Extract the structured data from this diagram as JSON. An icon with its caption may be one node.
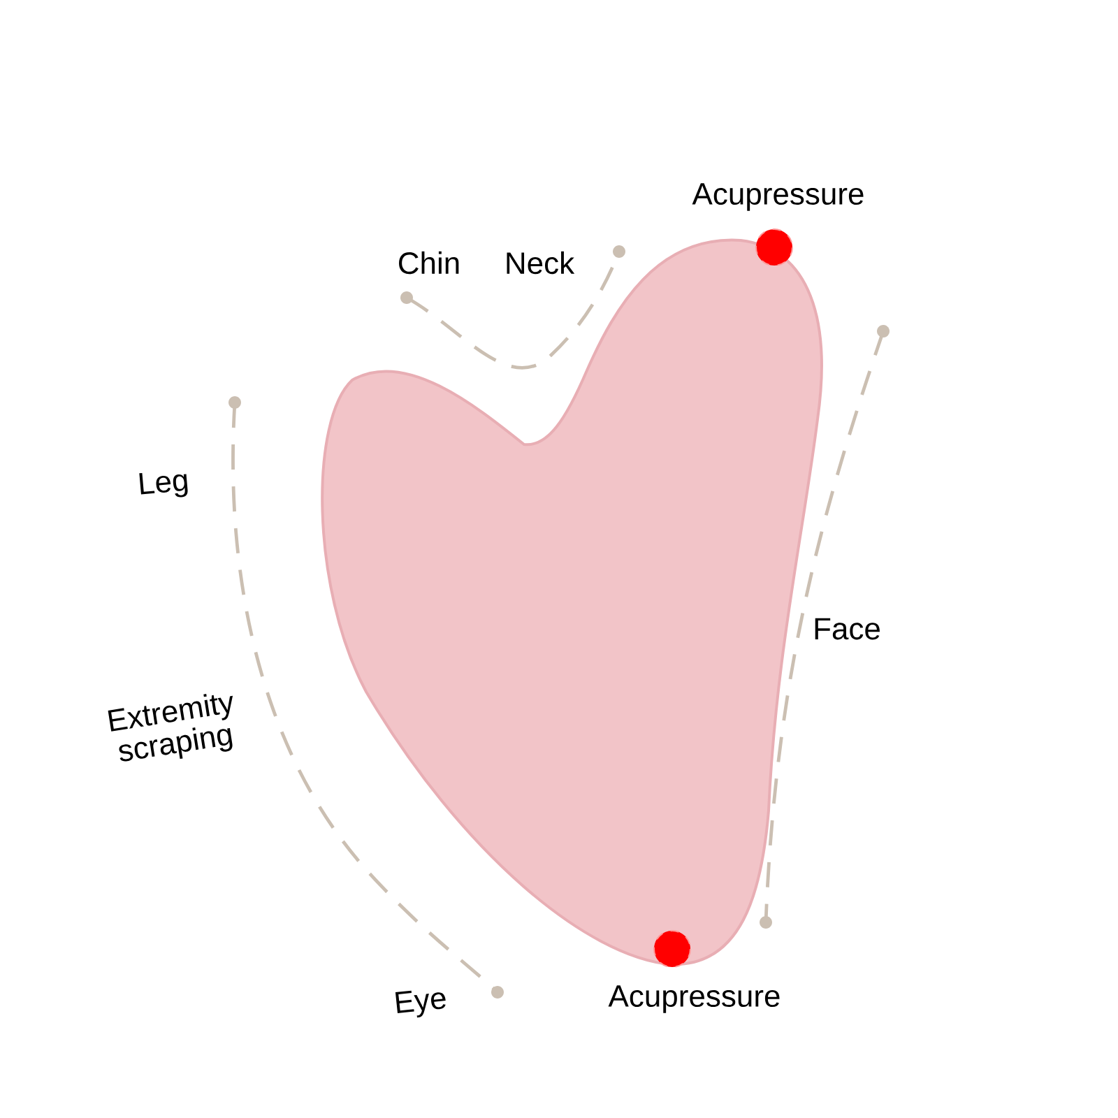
{
  "diagram": {
    "labels": [
      "Acupressure",
      "Chin",
      "Neck",
      "Leg",
      "Face",
      "Extremity scraping",
      "Eye",
      "Acupressure"
    ]
  }
}
